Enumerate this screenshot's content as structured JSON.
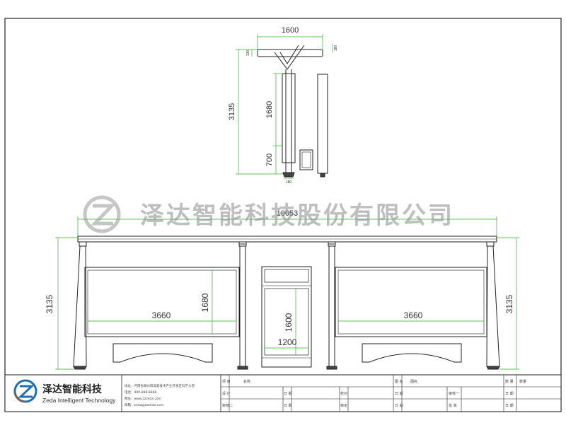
{
  "watermark": {
    "company_name": "泽达智能科技股份有限公司"
  },
  "side_view": {
    "dim_width": "1600",
    "dim_overall_height": "3135",
    "dim_upper": "1680",
    "dim_lower": "700",
    "dim_top_left": "130",
    "dim_top_right": "180",
    "dim_base": "180"
  },
  "front_view": {
    "dim_total": "10053",
    "dim_height_left": "3135",
    "dim_height_right": "3135",
    "left_panel_width": "3660",
    "left_panel_height": "1680",
    "right_panel_width": "3660",
    "center_cabinet_width": "1200",
    "center_cabinet_height": "1600"
  },
  "title_block": {
    "logo_cn": "泽达智能科技",
    "logo_en": "Zeda Intelligent Technology",
    "contact_lines": [
      "地址：河南省郑州市高新技术产业开发区科学大道",
      "电话：400-888-8888",
      "网址：www.zzzeda.com",
      "邮箱：zeda@zzzeda.com"
    ],
    "row1": [
      "项 目",
      "名称",
      "",
      "图 名",
      "图名",
      "",
      "数 量",
      "数量"
    ],
    "row2": [
      "设 计",
      "",
      "日 期",
      "校对",
      "日 期",
      "审核一",
      "日 期"
    ],
    "row3": [
      "审核二",
      "",
      "日 期",
      "审定",
      "日 期",
      "批 准",
      "日 期"
    ]
  }
}
